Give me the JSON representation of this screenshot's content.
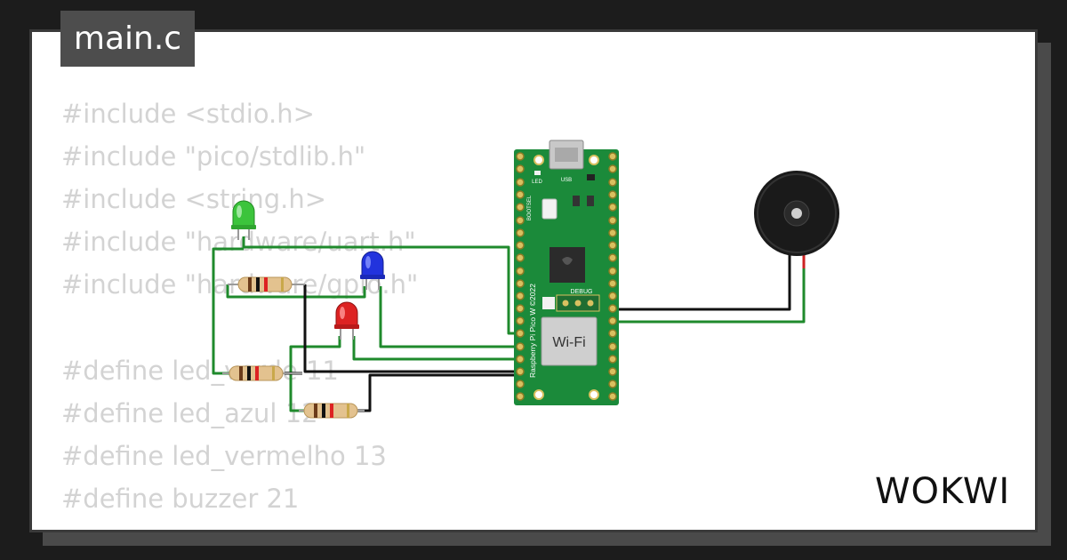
{
  "file_tab": {
    "label": "main.c"
  },
  "code_lines": [
    "#include <stdio.h>",
    "#include \"pico/stdlib.h\"",
    "#include <string.h>",
    "#include \"hardware/uart.h\"",
    "#include \"hardware/gpio.h\"",
    "",
    "#define led_verde 11",
    "#define led_azul 12",
    "#define led_vermelho 13",
    "#define buzzer 21"
  ],
  "board": {
    "name": "Raspberry Pi Pico W ©2022",
    "wifi_label": "Wi-Fi",
    "debug_label": "DEBUG",
    "led_label": "LED",
    "usb_label": "USB",
    "bootsel_label": "BOOTSEL"
  },
  "brand": {
    "logo": "WOKWI"
  },
  "colors": {
    "wire_green": "#1f8a2c",
    "wire_black": "#111111",
    "board_green": "#1b8a3a",
    "led_green": "#3cc43c",
    "led_blue": "#2233dd",
    "led_red": "#dd2222",
    "code_text": "#d3d3d3"
  }
}
